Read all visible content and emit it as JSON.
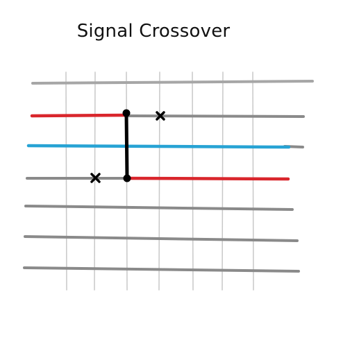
{
  "title": "Signal Crossover",
  "colors": {
    "grid_vertical": "#c8c8c8",
    "track": "#8a8a8a",
    "track_light": "#a6a6a6",
    "signal_red": "#d9262c",
    "signal_blue": "#27a3d4",
    "link": "#000000"
  },
  "diagram": {
    "columns": 8,
    "tracks": 7,
    "crossover_column": 3,
    "signals": [
      {
        "color": "signal_red",
        "track": 1,
        "from_column": 0,
        "to_column": 3
      },
      {
        "color": "signal_blue",
        "track": 2,
        "from_column": 0,
        "to_column": 8
      },
      {
        "color": "signal_red",
        "track": 3,
        "from_column": 3,
        "to_column": 8
      }
    ],
    "cut_marks": [
      {
        "track": 1,
        "column": 4,
        "icon": "x-mark-icon"
      },
      {
        "track": 3,
        "column": 2,
        "icon": "x-mark-icon"
      }
    ],
    "link_icon": "junction-dot-icon"
  }
}
